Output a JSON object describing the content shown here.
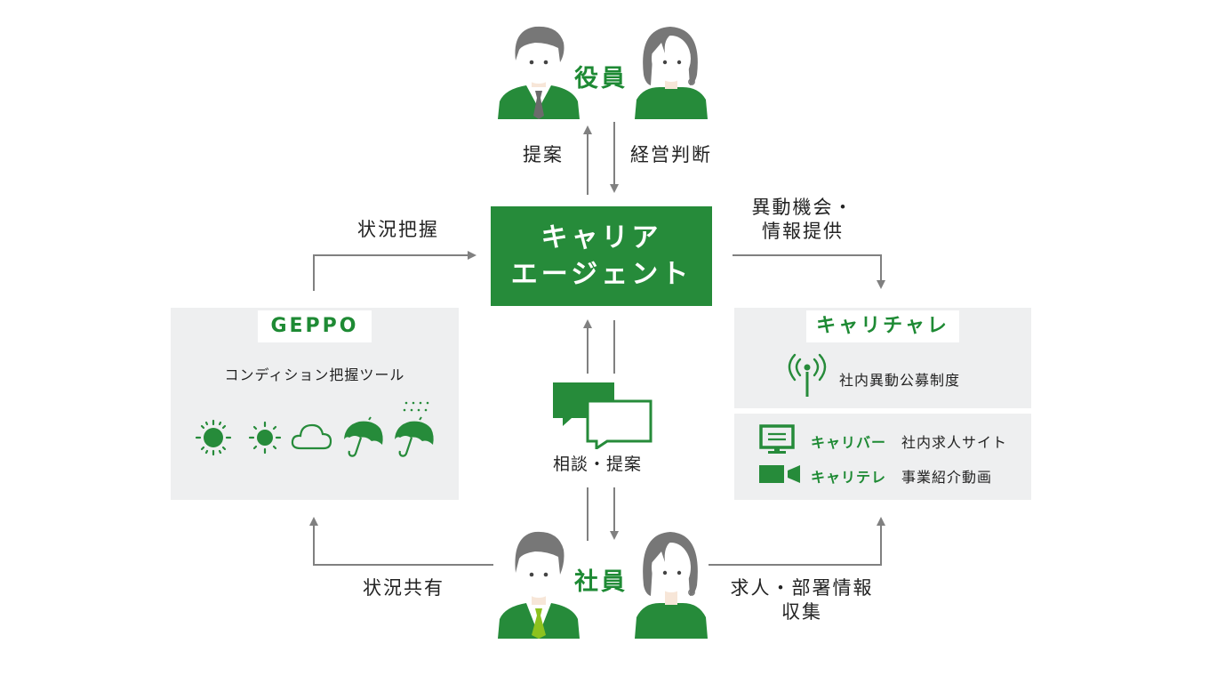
{
  "colors": {
    "brand_green": "#268b3a",
    "text_green": "#1e8a34",
    "light_green_tie": "#8dc21f",
    "panel_gray": "#eeeff0",
    "arrow_gray": "#808080",
    "hair_gray": "#707070",
    "skin": "#f7e6d8"
  },
  "top_group": {
    "label": "役員"
  },
  "bottom_group": {
    "label": "社員"
  },
  "center": {
    "line1": "キャリア",
    "line2": "エージェント"
  },
  "arrows": {
    "propose_up": "提案",
    "management_decision": "経営判断",
    "status_grasp": "状況把握",
    "transfer_info_line1": "異動機会・",
    "transfer_info_line2": "情報提供",
    "consult_propose": "相談・提案",
    "status_share": "状況共有",
    "job_info_line1": "求人・部署情報",
    "job_info_line2": "収集"
  },
  "geppo": {
    "title": "GEPPO",
    "subtitle": "コンディション把握ツール",
    "icons": [
      "sunny-icon",
      "sunny-small-icon",
      "cloud-icon",
      "umbrella-icon",
      "umbrella-rain-icon"
    ]
  },
  "carichalle": {
    "title": "キャリチャレ",
    "item": {
      "icon": "antenna-icon",
      "text": "社内異動公募制度"
    },
    "tools": [
      {
        "icon": "monitor-icon",
        "name": "キャリバー",
        "desc": "社内求人サイト"
      },
      {
        "icon": "video-camera-icon",
        "name": "キャリテレ",
        "desc": "事業紹介動画"
      }
    ]
  }
}
